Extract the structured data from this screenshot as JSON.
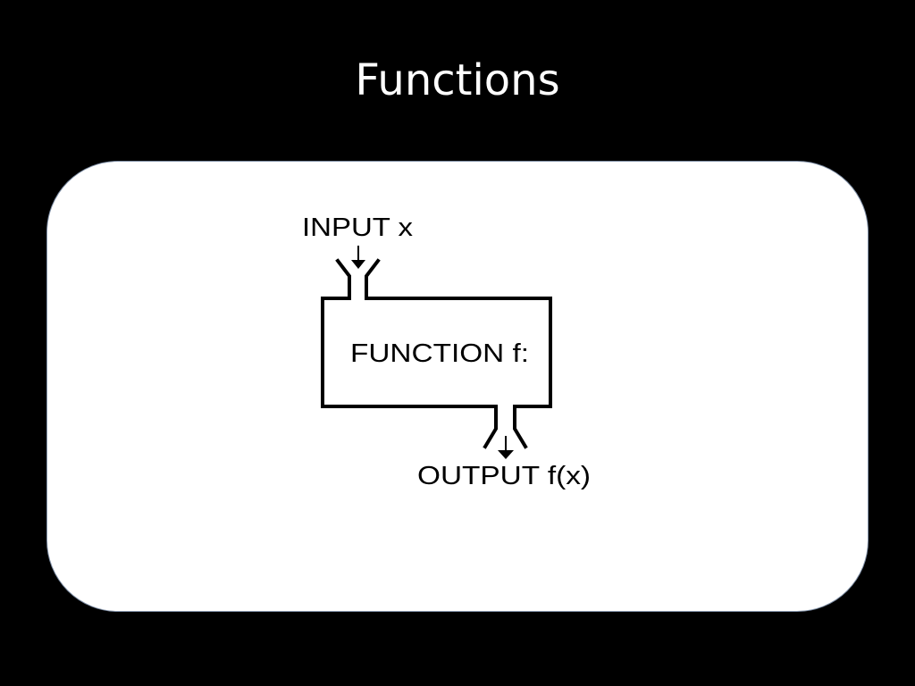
{
  "slide": {
    "title": "Functions"
  },
  "diagram": {
    "input_label": "INPUT x",
    "function_label": "FUNCTION f:",
    "output_label": "OUTPUT f(x)"
  },
  "colors": {
    "background": "#000000",
    "panel": "#ffffff",
    "panel_border": "#7f8fa6",
    "ink": "#000000"
  }
}
